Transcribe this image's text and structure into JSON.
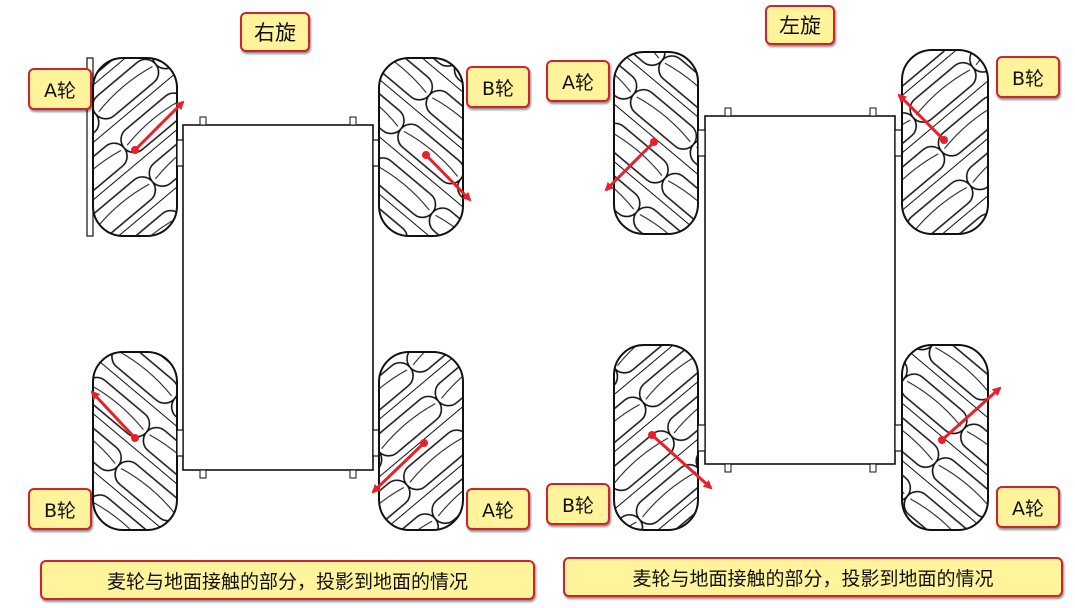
{
  "panels": [
    {
      "title": "右旋",
      "labels": {
        "top_left": "A轮",
        "top_right": "B轮",
        "bottom_left": "B轮",
        "bottom_right": "A轮"
      },
      "caption": "麦轮与地面接触的部分，投影到地面的情况"
    },
    {
      "title": "左旋",
      "labels": {
        "top_left": "A轮",
        "top_right": "B轮",
        "bottom_left": "B轮",
        "bottom_right": "A轮"
      },
      "caption": "麦轮与地面接触的部分，投影到地面的情况"
    }
  ],
  "colors": {
    "arrow": "#e8202a",
    "label_fill": "#fff49c",
    "label_border": "#d2232a",
    "outline": "#111111"
  }
}
